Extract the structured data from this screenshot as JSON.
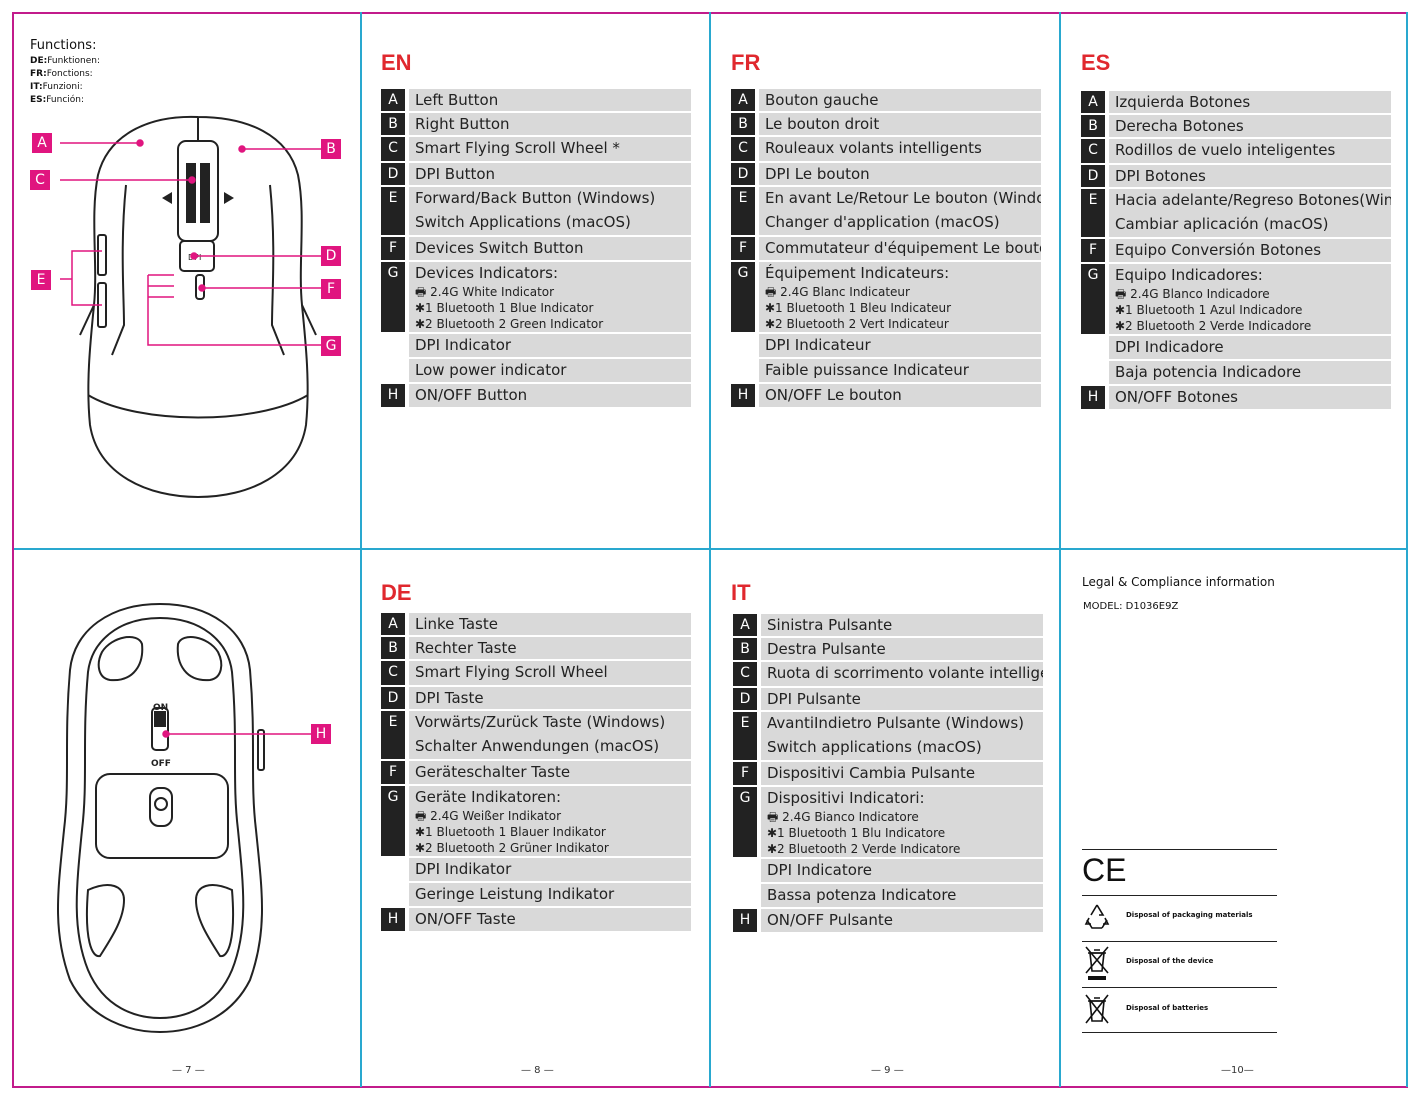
{
  "functions": {
    "title": "Functions:",
    "lines": [
      {
        "code": "DE:",
        "text": "Funktionen:"
      },
      {
        "code": "FR:",
        "text": "Fonctions:"
      },
      {
        "code": "IT:",
        "text": "Funzioni:"
      },
      {
        "code": "ES:",
        "text": "Función:"
      }
    ]
  },
  "callouts": [
    "A",
    "B",
    "C",
    "D",
    "E",
    "F",
    "G",
    "H"
  ],
  "bottom_switch": {
    "on": "ON",
    "off": "OFF"
  },
  "dpi_button_label": "DPI",
  "colors": {
    "accent_magenta": "#e0157f",
    "lang_red": "#e0282e",
    "divider_blue": "#29a8cf",
    "cell_gray": "#d9d9d9"
  },
  "pages": [
    "— 7 —",
    "— 8 —",
    "— 9 —",
    "—10—"
  ],
  "languages": {
    "en": {
      "title": "EN",
      "rows": [
        {
          "k": "A",
          "v": "Left Button"
        },
        {
          "k": "B",
          "v": "Right Button"
        },
        {
          "k": "C",
          "v": "Smart Flying Scroll Wheel *"
        },
        {
          "k": "D",
          "v": "DPI Button"
        },
        {
          "k": "E",
          "v": "Forward/Back Button (Windows)",
          "v2": "Switch Applications (macOS)"
        },
        {
          "k": "F",
          "v": "Devices Switch Button"
        },
        {
          "k": "G",
          "v": "Devices Indicators:",
          "subs": [
            "🖶 2.4G White Indicator",
            "✱1 Bluetooth 1 Blue Indicator",
            "✱2 Bluetooth 2 Green Indicator"
          ]
        },
        {
          "k": "",
          "v": "DPI Indicator"
        },
        {
          "k": "",
          "v": "Low power indicator"
        },
        {
          "k": "H",
          "v": "ON/OFF Button"
        }
      ]
    },
    "fr": {
      "title": "FR",
      "rows": [
        {
          "k": "A",
          "v": "Bouton gauche"
        },
        {
          "k": "B",
          "v": "Le bouton droit"
        },
        {
          "k": "C",
          "v": "Rouleaux volants intelligents"
        },
        {
          "k": "D",
          "v": "DPI Le bouton"
        },
        {
          "k": "E",
          "v": "En avant Le/Retour Le bouton (Windows)",
          "v2": "Changer d'application (macOS)"
        },
        {
          "k": "F",
          "v": "Commutateur d'équipement Le bouton"
        },
        {
          "k": "G",
          "v": "Équipement Indicateurs:",
          "subs": [
            "🖶 2.4G Blanc Indicateur",
            "✱1 Bluetooth 1 Bleu Indicateur",
            "✱2 Bluetooth 2 Vert Indicateur"
          ]
        },
        {
          "k": "",
          "v": "DPI Indicateur"
        },
        {
          "k": "",
          "v": "Faible puissance Indicateur"
        },
        {
          "k": "H",
          "v": "ON/OFF Le bouton"
        }
      ]
    },
    "es": {
      "title": "ES",
      "rows": [
        {
          "k": "A",
          "v": "Izquierda Botones"
        },
        {
          "k": "B",
          "v": "Derecha Botones"
        },
        {
          "k": "C",
          "v": "Rodillos de vuelo inteligentes"
        },
        {
          "k": "D",
          "v": "DPI Botones"
        },
        {
          "k": "E",
          "v": "Hacia adelante/Regreso Botones(Windows)",
          "v2": "Cambiar aplicación (macOS)"
        },
        {
          "k": "F",
          "v": "Equipo Conversión Botones"
        },
        {
          "k": "G",
          "v": "Equipo Indicadores:",
          "subs": [
            "🖶 2.4G Blanco Indicadore",
            "✱1 Bluetooth 1 Azul Indicadore",
            "✱2 Bluetooth 2 Verde Indicadore"
          ]
        },
        {
          "k": "",
          "v": "DPI Indicadore"
        },
        {
          "k": "",
          "v": "Baja potencia Indicadore"
        },
        {
          "k": "H",
          "v": "ON/OFF Botones"
        }
      ]
    },
    "de": {
      "title": "DE",
      "rows": [
        {
          "k": "A",
          "v": "Linke Taste"
        },
        {
          "k": "B",
          "v": "Rechter Taste"
        },
        {
          "k": "C",
          "v": "Smart Flying Scroll Wheel"
        },
        {
          "k": "D",
          "v": "DPI Taste"
        },
        {
          "k": "E",
          "v": "Vorwärts/Zurück Taste (Windows)",
          "v2": "Schalter Anwendungen (macOS)"
        },
        {
          "k": "F",
          "v": "Geräteschalter Taste"
        },
        {
          "k": "G",
          "v": "Geräte Indikatoren:",
          "subs": [
            "🖶 2.4G Weißer Indikator",
            "✱1 Bluetooth 1 Blauer Indikator",
            "✱2 Bluetooth 2 Grüner Indikator"
          ]
        },
        {
          "k": "",
          "v": "DPI Indikator"
        },
        {
          "k": "",
          "v": "Geringe Leistung Indikator"
        },
        {
          "k": "H",
          "v": "ON/OFF Taste"
        }
      ]
    },
    "it": {
      "title": "IT",
      "rows": [
        {
          "k": "A",
          "v": "Sinistra Pulsante"
        },
        {
          "k": "B",
          "v": "Destra Pulsante"
        },
        {
          "k": "C",
          "v": "Ruota di scorrimento volante intelligente"
        },
        {
          "k": "D",
          "v": "DPI Pulsante"
        },
        {
          "k": "E",
          "v": "AvantiIndietro Pulsante (Windows)",
          "v2": "Switch applications (macOS)"
        },
        {
          "k": "F",
          "v": "Dispositivi Cambia Pulsante"
        },
        {
          "k": "G",
          "v": "Dispositivi Indicatori:",
          "subs": [
            "🖶 2.4G Bianco Indicatore",
            "✱1 Bluetooth 1 Blu Indicatore",
            "✱2 Bluetooth 2 Verde Indicatore"
          ]
        },
        {
          "k": "",
          "v": "DPI Indicatore"
        },
        {
          "k": "",
          "v": "Bassa potenza Indicatore"
        },
        {
          "k": "H",
          "v": "ON/OFF Pulsante"
        }
      ]
    }
  },
  "legal": {
    "title": "Legal & Compliance information",
    "model": "MODEL:  D1036E9Z",
    "ce_mark": "CE",
    "items": [
      {
        "icon": "recycle-icon",
        "text": "Disposal of packaging materials"
      },
      {
        "icon": "crossed-bin-icon",
        "text": "Disposal of the device"
      },
      {
        "icon": "crossed-bin-icon",
        "text": "Disposal of batteries"
      }
    ]
  }
}
